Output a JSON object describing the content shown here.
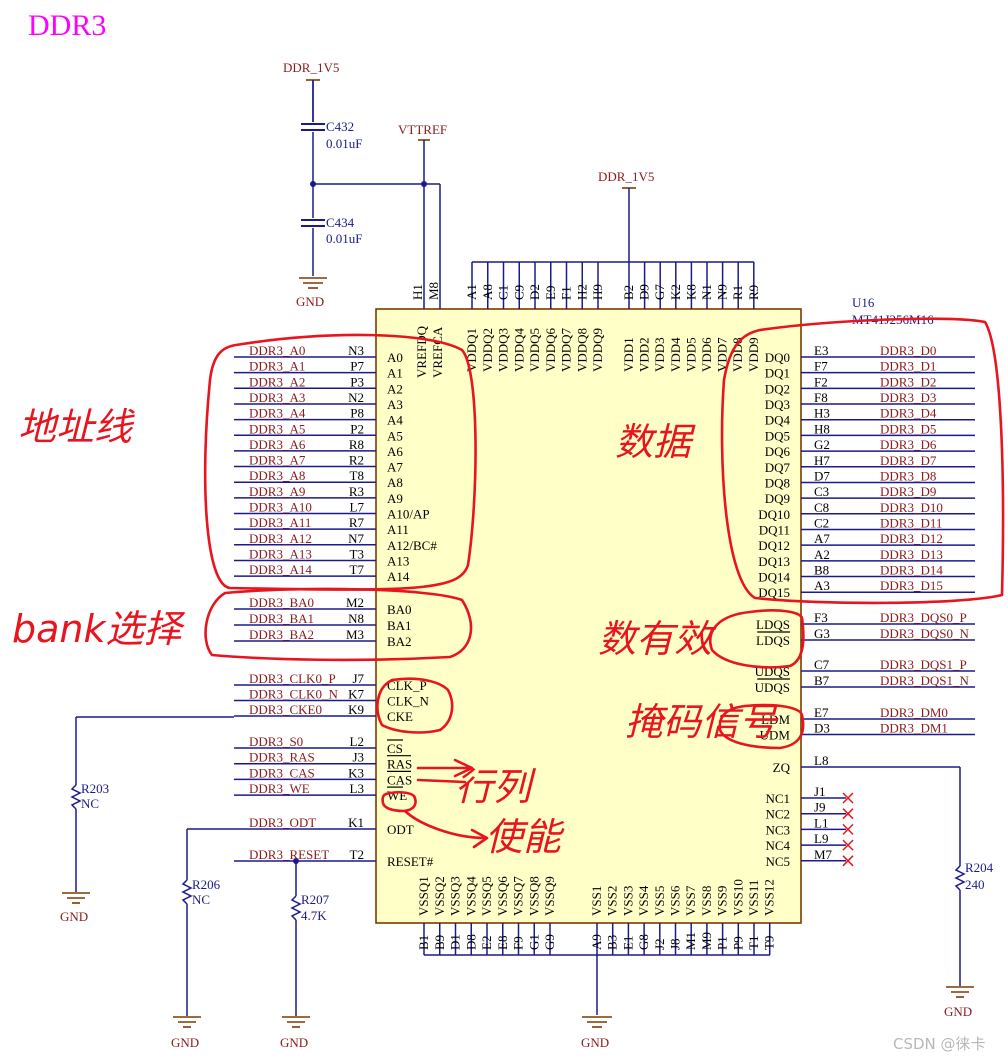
{
  "title": "DDR3",
  "chip": {
    "ref": "U16",
    "part": "MT41J256M16"
  },
  "power": {
    "top_left": "DDR_1V5",
    "top_mid": "DDR_1V5",
    "vttref": "VTTREF",
    "gnd": "GND"
  },
  "caps": [
    {
      "ref": "C432",
      "value": "0.01uF"
    },
    {
      "ref": "C434",
      "value": "0.01uF"
    }
  ],
  "resistors": [
    {
      "ref": "R203",
      "value": "NC"
    },
    {
      "ref": "R206",
      "value": "NC"
    },
    {
      "ref": "R207",
      "value": "4.7K"
    },
    {
      "ref": "R204",
      "value": "240"
    }
  ],
  "top_pins_left": [
    {
      "num": "H1",
      "name": "VREFDQ"
    },
    {
      "num": "M8",
      "name": "VREFCA"
    }
  ],
  "top_pins_vddq": [
    {
      "num": "A1",
      "name": "VDDQ1"
    },
    {
      "num": "A8",
      "name": "VDDQ2"
    },
    {
      "num": "C1",
      "name": "VDDQ3"
    },
    {
      "num": "C9",
      "name": "VDDQ4"
    },
    {
      "num": "D2",
      "name": "VDDQ5"
    },
    {
      "num": "E9",
      "name": "VDDQ6"
    },
    {
      "num": "F1",
      "name": "VDDQ7"
    },
    {
      "num": "H2",
      "name": "VDDQ8"
    },
    {
      "num": "H9",
      "name": "VDDQ9"
    }
  ],
  "top_pins_vdd": [
    {
      "num": "B2",
      "name": "VDD1"
    },
    {
      "num": "D9",
      "name": "VDD2"
    },
    {
      "num": "G7",
      "name": "VDD3"
    },
    {
      "num": "K2",
      "name": "VDD4"
    },
    {
      "num": "K8",
      "name": "VDD5"
    },
    {
      "num": "N1",
      "name": "VDD6"
    },
    {
      "num": "N9",
      "name": "VDD7"
    },
    {
      "num": "R1",
      "name": "VDD8"
    },
    {
      "num": "R9",
      "name": "VDD9"
    }
  ],
  "bottom_pins_vssq": [
    {
      "num": "B1",
      "name": "VSSQ1"
    },
    {
      "num": "B9",
      "name": "VSSQ2"
    },
    {
      "num": "D1",
      "name": "VSSQ3"
    },
    {
      "num": "D8",
      "name": "VSSQ4"
    },
    {
      "num": "E2",
      "name": "VSSQ5"
    },
    {
      "num": "E8",
      "name": "VSSQ6"
    },
    {
      "num": "F9",
      "name": "VSSQ7"
    },
    {
      "num": "G1",
      "name": "VSSQ8"
    },
    {
      "num": "G9",
      "name": "VSSQ9"
    }
  ],
  "bottom_pins_vss": [
    {
      "num": "A9",
      "name": "VSS1"
    },
    {
      "num": "B3",
      "name": "VSS2"
    },
    {
      "num": "E1",
      "name": "VSS3"
    },
    {
      "num": "G8",
      "name": "VSS4"
    },
    {
      "num": "J2",
      "name": "VSS5"
    },
    {
      "num": "J8",
      "name": "VSS6"
    },
    {
      "num": "M1",
      "name": "VSS7"
    },
    {
      "num": "M9",
      "name": "VSS8"
    },
    {
      "num": "P1",
      "name": "VSS9"
    },
    {
      "num": "P9",
      "name": "VSS10"
    },
    {
      "num": "T1",
      "name": "VSS11"
    },
    {
      "num": "T9",
      "name": "VSS12"
    }
  ],
  "left_addr": [
    {
      "net": "DDR3_A0",
      "num": "N3",
      "name": "A0"
    },
    {
      "net": "DDR3_A1",
      "num": "P7",
      "name": "A1"
    },
    {
      "net": "DDR3_A2",
      "num": "P3",
      "name": "A2"
    },
    {
      "net": "DDR3_A3",
      "num": "N2",
      "name": "A3"
    },
    {
      "net": "DDR3_A4",
      "num": "P8",
      "name": "A4"
    },
    {
      "net": "DDR3_A5",
      "num": "P2",
      "name": "A5"
    },
    {
      "net": "DDR3_A6",
      "num": "R8",
      "name": "A6"
    },
    {
      "net": "DDR3_A7",
      "num": "R2",
      "name": "A7"
    },
    {
      "net": "DDR3_A8",
      "num": "T8",
      "name": "A8"
    },
    {
      "net": "DDR3_A9",
      "num": "R3",
      "name": "A9"
    },
    {
      "net": "DDR3_A10",
      "num": "L7",
      "name": "A10/AP"
    },
    {
      "net": "DDR3_A11",
      "num": "R7",
      "name": "A11"
    },
    {
      "net": "DDR3_A12",
      "num": "N7",
      "name": "A12/BC#"
    },
    {
      "net": "DDR3_A13",
      "num": "T3",
      "name": "A13"
    },
    {
      "net": "DDR3_A14",
      "num": "T7",
      "name": "A14"
    }
  ],
  "left_bank": [
    {
      "net": "DDR3_BA0",
      "num": "M2",
      "name": "BA0"
    },
    {
      "net": "DDR3_BA1",
      "num": "N8",
      "name": "BA1"
    },
    {
      "net": "DDR3_BA2",
      "num": "M3",
      "name": "BA2"
    }
  ],
  "left_clk": [
    {
      "net": "DDR3_CLK0_P",
      "num": "J7",
      "name": "CLK_P"
    },
    {
      "net": "DDR3_CLK0_N",
      "num": "K7",
      "name": "CLK_N"
    },
    {
      "net": "DDR3_CKE0",
      "num": "K9",
      "name": "CKE"
    }
  ],
  "left_cmd": [
    {
      "net": "DDR3_S0",
      "num": "L2",
      "name": "CS"
    },
    {
      "net": "DDR3_RAS",
      "num": "J3",
      "name": "RAS"
    },
    {
      "net": "DDR3_CAS",
      "num": "K3",
      "name": "CAS"
    },
    {
      "net": "DDR3_WE",
      "num": "L3",
      "name": "WE"
    }
  ],
  "left_misc": [
    {
      "net": "DDR3_ODT",
      "num": "K1",
      "name": "ODT"
    },
    {
      "net": "DDR3_RESET",
      "num": "T2",
      "name": "RESET#"
    }
  ],
  "right_dq": [
    {
      "net": "DDR3_D0",
      "num": "E3",
      "name": "DQ0"
    },
    {
      "net": "DDR3_D1",
      "num": "F7",
      "name": "DQ1"
    },
    {
      "net": "DDR3_D2",
      "num": "F2",
      "name": "DQ2"
    },
    {
      "net": "DDR3_D3",
      "num": "F8",
      "name": "DQ3"
    },
    {
      "net": "DDR3_D4",
      "num": "H3",
      "name": "DQ4"
    },
    {
      "net": "DDR3_D5",
      "num": "H8",
      "name": "DQ5"
    },
    {
      "net": "DDR3_D6",
      "num": "G2",
      "name": "DQ6"
    },
    {
      "net": "DDR3_D7",
      "num": "H7",
      "name": "DQ7"
    },
    {
      "net": "DDR3_D8",
      "num": "D7",
      "name": "DQ8"
    },
    {
      "net": "DDR3_D9",
      "num": "C3",
      "name": "DQ9"
    },
    {
      "net": "DDR3_D10",
      "num": "C8",
      "name": "DQ10"
    },
    {
      "net": "DDR3_D11",
      "num": "C2",
      "name": "DQ11"
    },
    {
      "net": "DDR3_D12",
      "num": "A7",
      "name": "DQ12"
    },
    {
      "net": "DDR3_D13",
      "num": "A2",
      "name": "DQ13"
    },
    {
      "net": "DDR3_D14",
      "num": "B8",
      "name": "DQ14"
    },
    {
      "net": "DDR3_D15",
      "num": "A3",
      "name": "DQ15"
    }
  ],
  "right_dqs": [
    {
      "net": "DDR3_DQS0_P",
      "num": "F3",
      "name": "LDQS"
    },
    {
      "net": "DDR3_DQS0_N",
      "num": "G3",
      "name": "LDQS"
    },
    {
      "net": "DDR3_DQS1_P",
      "num": "C7",
      "name": "UDQS"
    },
    {
      "net": "DDR3_DQS1_N",
      "num": "B7",
      "name": "UDQS"
    }
  ],
  "right_dm": [
    {
      "net": "DDR3_DM0",
      "num": "E7",
      "name": "LDM"
    },
    {
      "net": "DDR3_DM1",
      "num": "D3",
      "name": "UDM"
    }
  ],
  "right_zq": {
    "num": "L8",
    "name": "ZQ"
  },
  "right_nc": [
    {
      "num": "J1",
      "name": "NC1"
    },
    {
      "num": "J9",
      "name": "NC2"
    },
    {
      "num": "L1",
      "name": "NC3"
    },
    {
      "num": "L9",
      "name": "NC4"
    },
    {
      "num": "M7",
      "name": "NC5"
    }
  ],
  "annotations": {
    "addr": "地址线",
    "data": "数据",
    "bank": "bank选择",
    "strobe": "数有效",
    "mask": "掩码信号",
    "rowcol": "行列",
    "enable": "使能"
  },
  "watermark": "CSDN @徕卡"
}
